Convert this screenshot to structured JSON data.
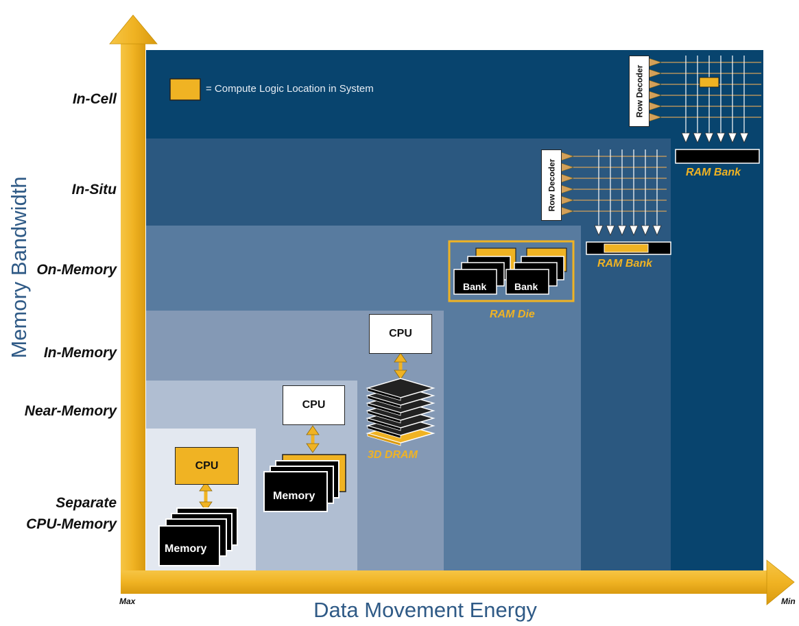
{
  "axes": {
    "y_title": "Memory Bandwidth",
    "x_title": "Data Movement Energy",
    "x_start": "Max",
    "x_end": "Min"
  },
  "levels": [
    {
      "label": "In-Cell",
      "color": "#08446e"
    },
    {
      "label": "In-Situ",
      "color": "#2b5880"
    },
    {
      "label": "On-Memory",
      "color": "#587b9f"
    },
    {
      "label": "In-Memory",
      "color": "#8499b5"
    },
    {
      "label": "Near-Memory",
      "color": "#b0bed2"
    },
    {
      "label": "Separate\nCPU-Memory",
      "color": "#e3e8f0"
    }
  ],
  "legend": {
    "text": "= Compute Logic Location in System",
    "color": "#f0b323"
  },
  "components": {
    "separate": {
      "cpu": "CPU",
      "memory": "Memory"
    },
    "near": {
      "cpu": "CPU",
      "memory": "Memory"
    },
    "in_memory": {
      "cpu": "CPU",
      "caption": "3D DRAM"
    },
    "on_memory": {
      "bank_a": "Bank",
      "bank_b": "Bank",
      "caption": "RAM Die"
    },
    "in_situ": {
      "row_decoder": "Row Decoder",
      "caption": "RAM Bank"
    },
    "in_cell": {
      "row_decoder": "Row Decoder",
      "caption": "RAM Bank"
    }
  },
  "colors": {
    "accent": "#f0b323",
    "axis_title": "#2f5a86"
  }
}
